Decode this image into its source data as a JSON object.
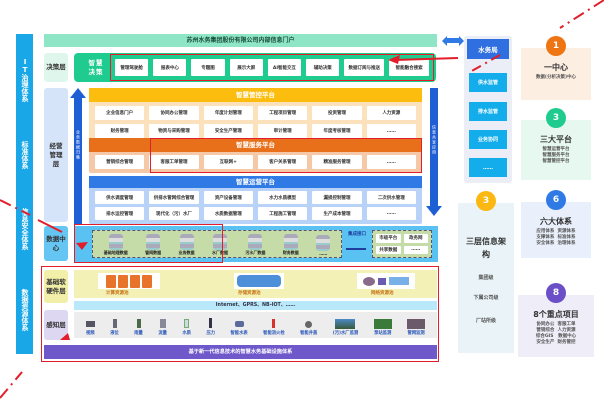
{
  "sidebar_left": [
    "IT治理体系",
    "标准体系",
    "信息安全体系",
    "数据资源体系"
  ],
  "portal_title": "苏州水务集团股份有限公司内部信息门户",
  "layers": {
    "decision": "决策层",
    "management": "经营管理层",
    "data_center": "数据中心",
    "infrastructure": "基础软硬件层",
    "perception": "感知层"
  },
  "smart_decision": {
    "label": "智慧决策",
    "items": [
      "管理驾驶舱",
      "报表中心",
      "专题图",
      "展示大屏",
      "AI智能交互",
      "辅助决策",
      "数据订阅与推送",
      "智能融合搜索"
    ]
  },
  "arrows": {
    "up": "业务数据归集",
    "down": "信息共享应用"
  },
  "platform_control": {
    "title": "智慧管控平台",
    "color": "#fcbd0e",
    "items": [
      "企业信息门户",
      "协同办公管理",
      "年度计划管理",
      "工程项目管理",
      "投资管理",
      "人力资源",
      "财务管理",
      "物资与采购管理",
      "安全生产管理",
      "审计管理",
      "年度考核管理",
      "……"
    ]
  },
  "platform_service": {
    "title": "智慧服务平台",
    "color": "#e8701a",
    "items": [
      "营销综合管理",
      "客服工单管理",
      "互联网+",
      "客户关系管理",
      "精准服务管理",
      "……"
    ]
  },
  "platform_operation": {
    "title": "智慧运营平台",
    "color": "#2f7ae5",
    "items": [
      "供水调度管理",
      "供排水管网综合管理",
      "资产设备管理",
      "水力水质模型",
      "漏损控制管理",
      "二次供水管理",
      "排水运控管理",
      "现代化（污）水厂",
      "水质数据管理",
      "工程施工管理",
      "生产成本管理",
      "……"
    ]
  },
  "data_center": {
    "databases": [
      "基础地理数据",
      "管网数据",
      "业务数据",
      "水厂数据",
      "污水厂数据",
      "财务数据",
      "……"
    ],
    "integration_label": "集成接口",
    "external": [
      "市级平台",
      "政务网",
      "共享数据",
      "……"
    ]
  },
  "infrastructure": {
    "pools": [
      "计算资源池",
      "存储资源池",
      "网络资源池"
    ],
    "network": "Internet、GPRS、NB-IOT、……"
  },
  "perception": {
    "sensors": [
      "视频",
      "液位",
      "雨量",
      "流量",
      "水质",
      "压力",
      "智能水表",
      "智能消火栓",
      "智能井盖",
      "(污)水厂监测",
      "泵站监测",
      "管网监测"
    ],
    "footer": "基于新一代信息技术的智慧水务基础设施体系"
  },
  "org_column": {
    "head": "水务局",
    "items": [
      "供水监管",
      "排水监管",
      "业务协同",
      "……"
    ]
  },
  "summary_cards": [
    {
      "number": "1",
      "title": "一中心",
      "lines": [
        "数据(分析决策)中心"
      ],
      "color": "#ee7512",
      "bg": "#fdeee2"
    },
    {
      "number": "3",
      "title": "三大平台",
      "lines": [
        "智慧运营平台",
        "智慧服务平台",
        "智慧管控平台"
      ],
      "color": "#1fcb8e",
      "bg": "#e7f8f0"
    },
    {
      "number": "3",
      "title": "三层信息架构",
      "lines": [
        "集团级",
        "下属公司级",
        "厂站所级"
      ],
      "color": "#fbb812",
      "bg": "#eaf4f8"
    },
    {
      "number": "6",
      "title": "六大体系",
      "lines": [
        "应用体系  资源体系",
        "支撑体系  标准体系",
        "安全体系  治理体系"
      ],
      "color": "#2f7ae5",
      "bg": "#eaf0fb"
    },
    {
      "number": "8",
      "title": "8个重点项目",
      "lines": [
        "协同办公  客服工单",
        "营销综合  人力资源",
        "综合GIS   数据中心",
        "安全生产  财务管控"
      ],
      "color": "#6a4fc7",
      "bg": "#efedf8"
    }
  ]
}
